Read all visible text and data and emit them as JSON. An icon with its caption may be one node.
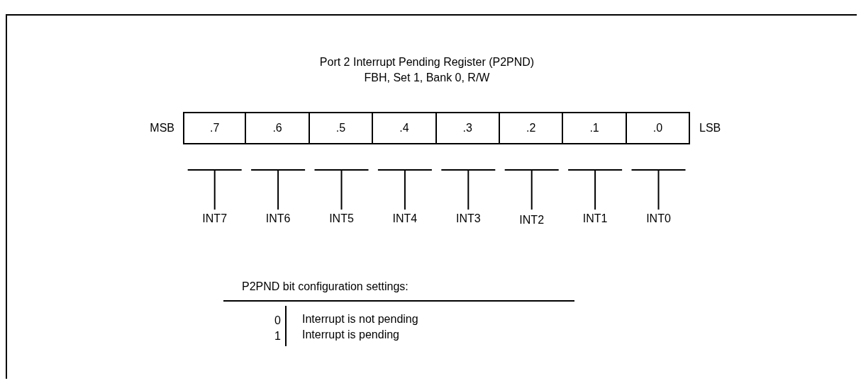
{
  "diagram": {
    "title": "Port 2 Interrupt Pending Register (P2PND)",
    "nodes": [
      {
        "text": [
          ".7"
        ]
      },
      {
        "text": [
          ".6"
        ]
      },
      {
        "text": [
          ".5"
        ]
      },
      {
        "text": [
          ".4"
        ]
      },
      {
        "text": [
          ".3"
        ]
      },
      {
        "text": [
          ".2"
        ]
      },
      {
        "text": [
          ".1"
        ]
      },
      {
        "text": [
          ".0"
        ]
      },
      {
        "text": [
          "INT7"
        ]
      },
      {
        "text": [
          "INT6"
        ]
      },
      {
        "text": [
          "INT5"
        ]
      },
      {
        "text": [
          "INT4"
        ]
      },
      {
        "text": [
          "INT3"
        ]
      },
      {
        "text": [
          "INT2"
        ]
      },
      {
        "text": [
          "INT1"
        ]
      },
      {
        "text": [
          "INT0"
        ]
      }
    ],
    "edges": [
      {
        "from": 8,
        "to": 0,
        "arrow": "none"
      },
      {
        "from": 9,
        "to": 1,
        "arrow": "none"
      },
      {
        "from": 10,
        "to": 2,
        "arrow": "none"
      },
      {
        "from": 11,
        "to": 3,
        "arrow": "none"
      },
      {
        "from": 12,
        "to": 4,
        "arrow": "none"
      },
      {
        "from": 13,
        "to": 5,
        "arrow": "none"
      },
      {
        "from": 14,
        "to": 6,
        "arrow": "none"
      },
      {
        "from": 15,
        "to": 7,
        "arrow": "none"
      }
    ],
    "labels": [
      "FBH, Set 1, Bank 0, R/W",
      "MSB",
      "LSB",
      "P2PND bit configuration settings:",
      "0",
      "Interrupt is not pending",
      "1",
      "Interrupt is pending"
    ]
  }
}
